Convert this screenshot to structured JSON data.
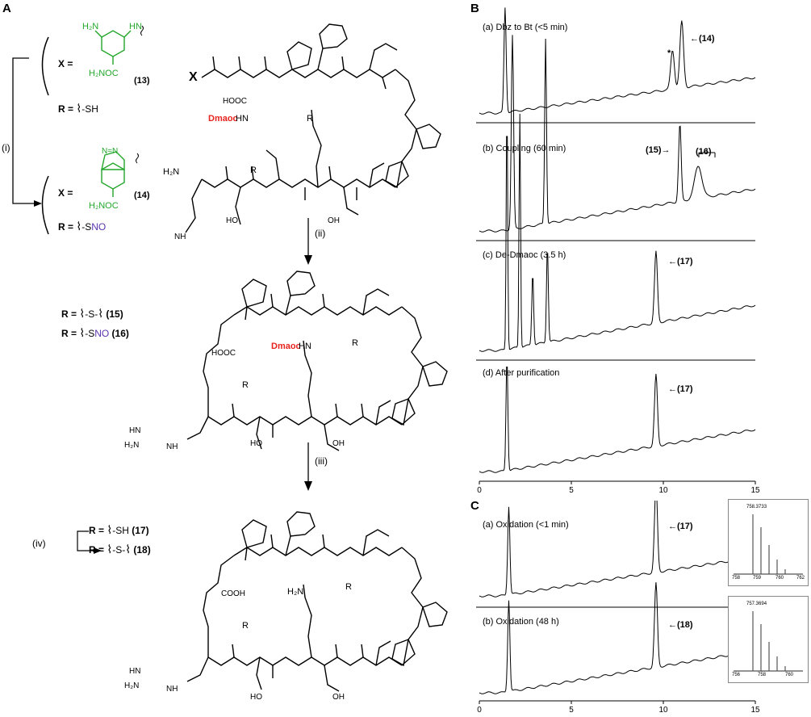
{
  "panels": {
    "A": "A",
    "B": "B",
    "C": "C"
  },
  "scheme": {
    "x_label": "X =",
    "r_label": "R =",
    "compound_13": "(13)",
    "compound_14": "(14)",
    "r13_value": "-SH",
    "r14_value_prefix": "-S",
    "r14_value_no": "NO",
    "amide_group": "H₂NOC",
    "nh2_group": "H₂N",
    "step_i": "(i)",
    "step_ii": "(ii)",
    "step_iii": "(iii)",
    "step_iv": "(iv)",
    "r15_text": "-S-",
    "r15_num": "(15)",
    "r16_prefix": "-S",
    "r16_no": "NO",
    "r16_num": "(16)",
    "r17_text": "-SH",
    "r17_num": "(17)",
    "r18_text": "-S-",
    "r18_num": "(18)",
    "dmaoc": "Dmaoc",
    "hn": "HN",
    "x_big": "X",
    "cooh": "COOH",
    "hooc": "HOOC",
    "oh": "OH",
    "ho": "HO",
    "r": "R",
    "h2n": "H₂N",
    "nh": "NH",
    "hn_guan": "HN"
  },
  "panel_B": {
    "traces": [
      {
        "label": "(a) Dbz to Bt (<5 min)",
        "annot": "←(14)",
        "star": "*"
      },
      {
        "label": "(b) Coupling (60 min)",
        "annot15": "(15)→",
        "annot16": "(16)"
      },
      {
        "label": "(c) De-Dmaoc (3.5 h)",
        "annot": "←(17)"
      },
      {
        "label": "(d) After purification",
        "annot": "←(17)"
      }
    ],
    "ticks": [
      "0",
      "5",
      "10",
      "15"
    ]
  },
  "panel_C": {
    "traces": [
      {
        "label": "(a) Oxidation (<1 min)",
        "annot": "←(17)",
        "ms_peak": "758.3733",
        "ms_ticks": [
          "758",
          "759",
          "760",
          "762"
        ]
      },
      {
        "label": "(b) Oxidation (48 h)",
        "annot": "←(18)",
        "ms_peak": "757.3694",
        "ms_ticks": [
          "756",
          "758",
          "760"
        ]
      }
    ],
    "ticks": [
      "0",
      "5",
      "10",
      "15"
    ]
  },
  "chart_data": [
    {
      "type": "line",
      "panel": "B",
      "xlim": [
        0,
        15
      ],
      "series": [
        {
          "name": "(a) Dbz to Bt (<5 min)",
          "peaks_x": [
            1.4,
            10.5,
            11.0
          ]
        },
        {
          "name": "(b) Coupling (60 min)",
          "peaks_x": [
            1.8,
            3.6,
            10.9,
            11.9
          ]
        },
        {
          "name": "(c) De-Dmaoc (3.5 h)",
          "peaks_x": [
            1.5,
            2.2,
            2.9,
            3.7,
            9.6
          ]
        },
        {
          "name": "(d) After purification",
          "peaks_x": [
            1.5,
            9.6
          ]
        }
      ]
    },
    {
      "type": "line",
      "panel": "C",
      "xlim": [
        0,
        15
      ],
      "series": [
        {
          "name": "(a) Oxidation (<1 min)",
          "peaks_x": [
            1.6,
            9.6
          ]
        },
        {
          "name": "(b) Oxidation (48 h)",
          "peaks_x": [
            1.6,
            9.6
          ]
        }
      ]
    }
  ]
}
